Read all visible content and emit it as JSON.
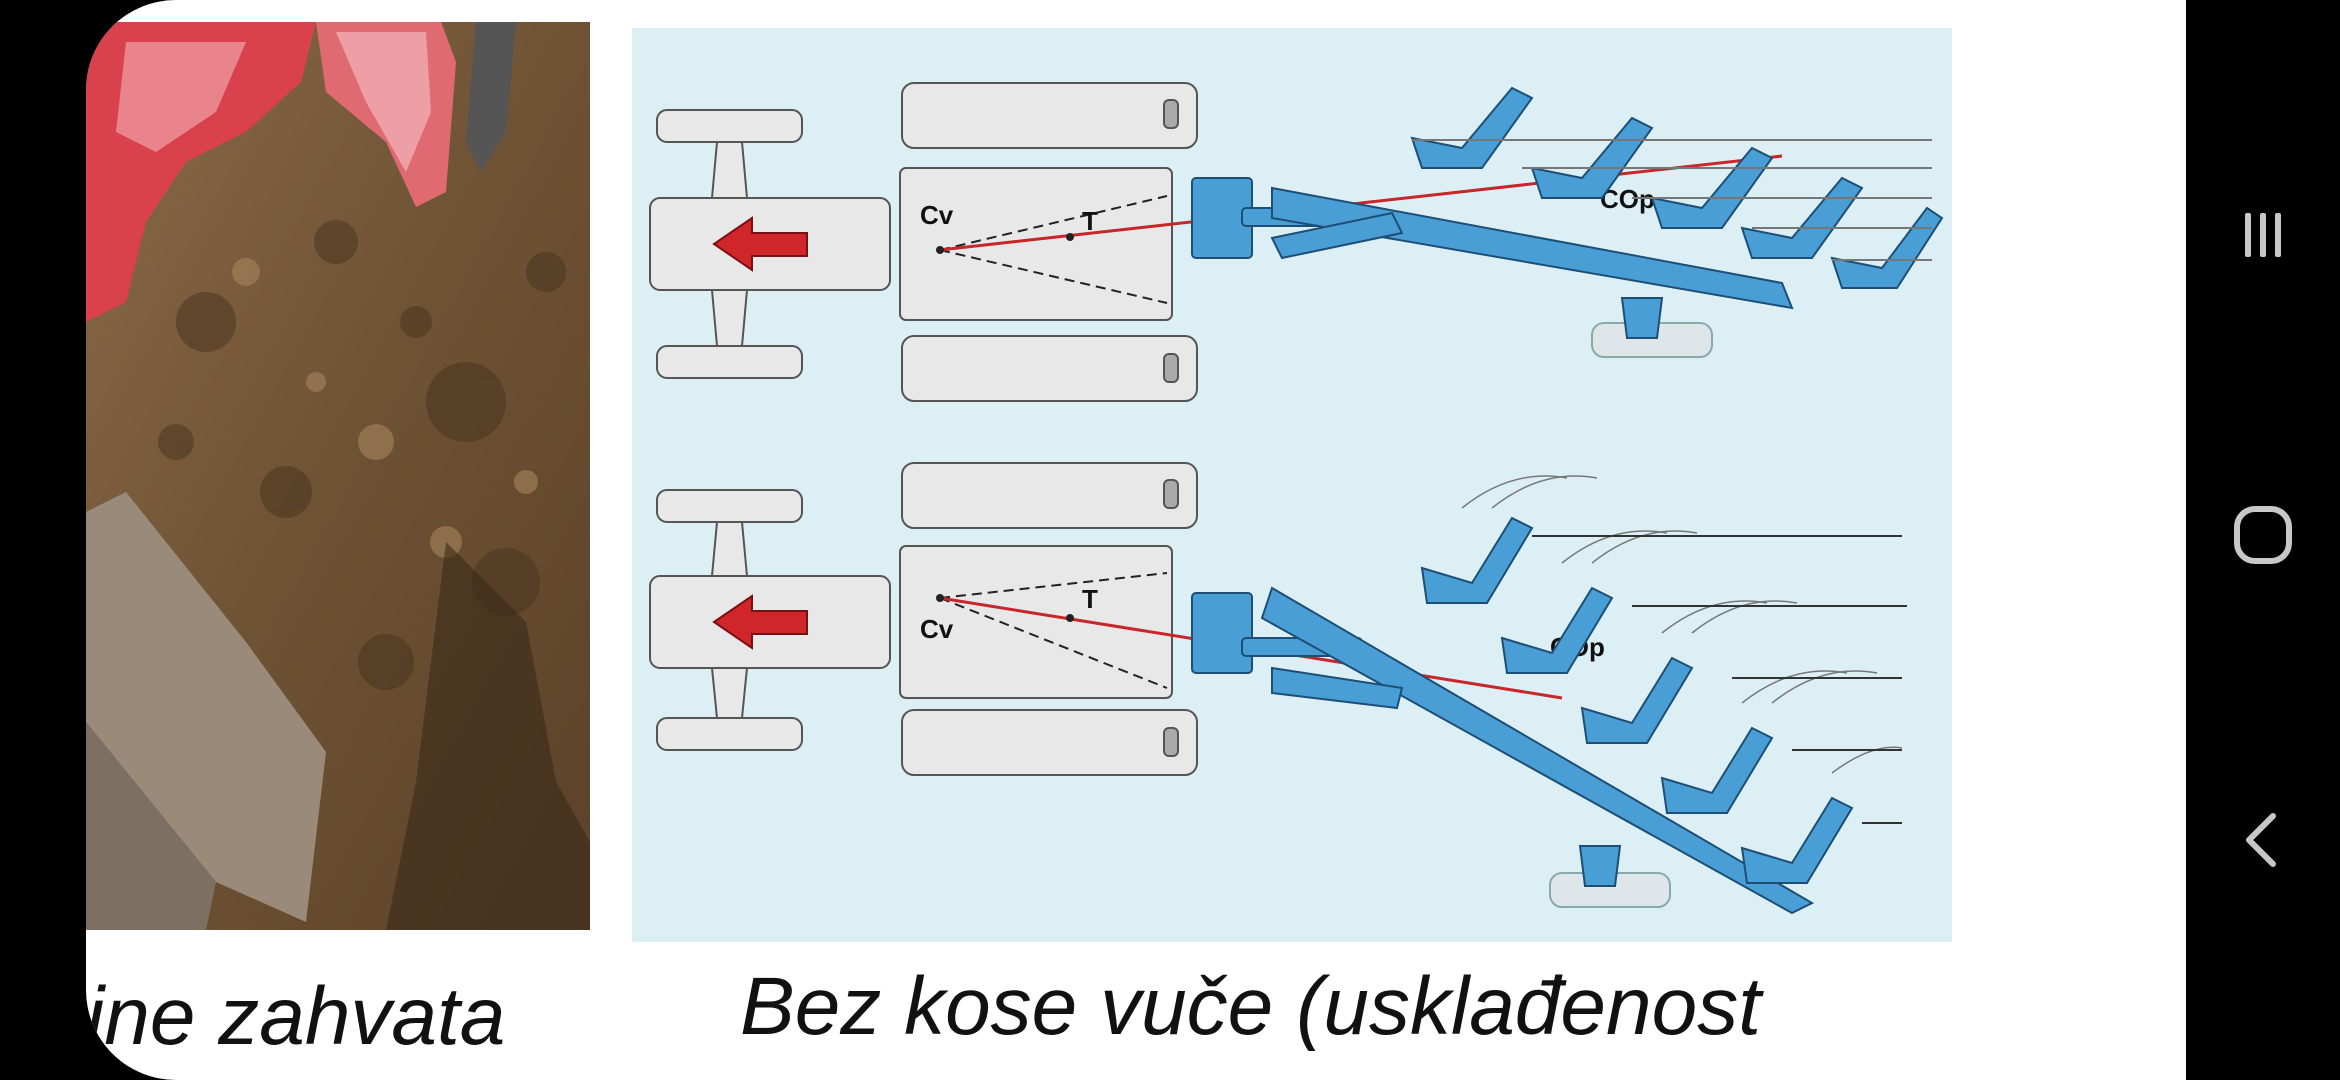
{
  "slide": {
    "left_caption": "ine zahvata",
    "right_caption": "Bez kose vuče (usklađenost"
  },
  "diagram": {
    "top": {
      "label_cv": "Cv",
      "label_t": "T",
      "label_cop": "COp"
    },
    "bottom": {
      "label_cv": "Cv",
      "label_t": "T",
      "label_cop": "COp"
    }
  },
  "nav": {
    "recents_icon": "recents-icon",
    "home_icon": "home-icon",
    "back_icon": "back-icon"
  },
  "colors": {
    "plough_blue": "#4a9ed6",
    "arrow_red": "#d0262a",
    "diagram_bg": "#dcefF5",
    "soil_brown": "#7a5c3c"
  }
}
